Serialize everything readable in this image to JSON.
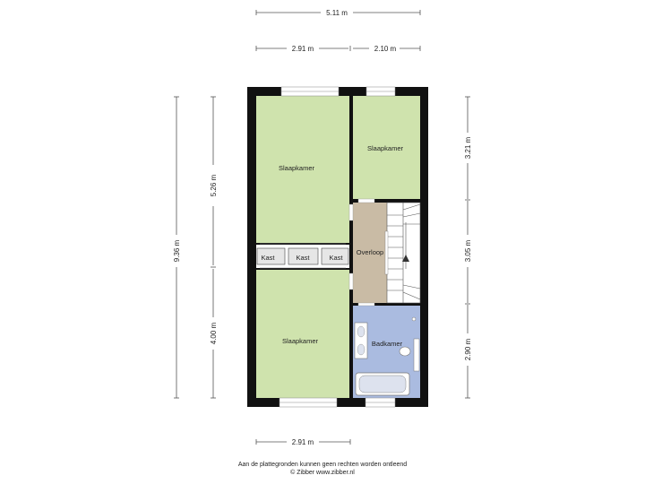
{
  "dimensions": {
    "top_total": "5.11 m",
    "top_left": "2.91 m",
    "top_right": "2.10 m",
    "bottom": "2.91 m",
    "left_total": "9.36 m",
    "left_upper": "5.26 m",
    "left_lower": "4.00 m",
    "right_upper": "3.21 m",
    "right_middle": "3.05 m",
    "right_lower": "2.90 m"
  },
  "rooms": {
    "bedroom_top_left": "Slaapkamer",
    "bedroom_top_right": "Slaapkamer",
    "bedroom_bottom": "Slaapkamer",
    "landing": "Overloop",
    "bathroom": "Badkamer",
    "closet_1": "Kast",
    "closet_2": "Kast",
    "closet_3": "Kast"
  },
  "footer": {
    "disclaimer": "Aan de plattegronden kunnen geen rechten worden ontleend",
    "credit": "© Zibber www.zibber.nl"
  },
  "colors": {
    "bedroom": "#cfe3ad",
    "landing": "#c9bba5",
    "bathroom": "#aabbe0",
    "wall": "#111111"
  }
}
